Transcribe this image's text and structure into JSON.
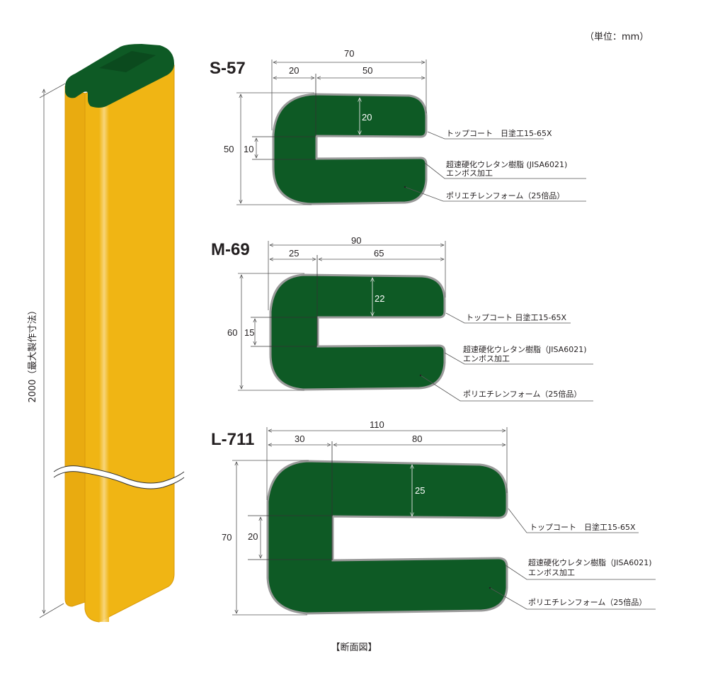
{
  "unit_note": "（単位：mm）",
  "caption": "【断面図】",
  "product": {
    "length_label": "2000（最大製作寸法）",
    "colors": {
      "body": "#f0b514",
      "body_shade": "#e3a30c",
      "top": "#0e5a25",
      "highlight": "#f7d67a"
    }
  },
  "sections": [
    {
      "name": "S-57",
      "width_total": "70",
      "width_left": "20",
      "width_right": "50",
      "height_total": "50",
      "gap": "10",
      "arm": "20",
      "labels": {
        "topcoat": "トップコート　日塗工15-65X",
        "resin_line1": "超速硬化ウレタン樹脂 (JISA6021)",
        "resin_line2": "エンボス加工",
        "foam": "ポリエチレンフォーム（25倍品）"
      }
    },
    {
      "name": "M-69",
      "width_total": "90",
      "width_left": "25",
      "width_right": "65",
      "height_total": "60",
      "gap": "15",
      "arm": "22",
      "labels": {
        "topcoat": "トップコート 日塗工15-65X",
        "resin_line1": "超速硬化ウレタン樹脂（JISA6021)",
        "resin_line2": "エンボス加工",
        "foam": "ポリエチレンフォーム（25倍品）"
      }
    },
    {
      "name": "L-711",
      "width_total": "110",
      "width_left": "30",
      "width_right": "80",
      "height_total": "70",
      "gap": "20",
      "arm": "25",
      "labels": {
        "topcoat": "トップコート　日塗工15-65X",
        "resin_line1": "超速硬化ウレタン樹脂（JISA6021)",
        "resin_line2": "エンボス加工",
        "foam": "ポリエチレンフォーム（25倍品）"
      }
    }
  ],
  "colors": {
    "section_fill": "#0e5a25",
    "section_outline": "#9a9a9a"
  }
}
